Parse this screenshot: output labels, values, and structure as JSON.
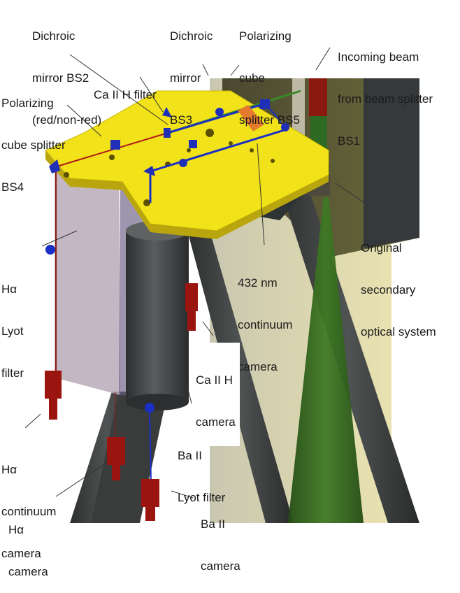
{
  "figure": {
    "title": "Telescope focal-plane optical setup",
    "labels": [
      {
        "id": "bs2",
        "lines": [
          "Dichroic",
          "mirror BS2",
          "(red/non-red)"
        ]
      },
      {
        "id": "bs3",
        "lines": [
          "Dichroic",
          "mirror",
          "BS3"
        ]
      },
      {
        "id": "bs5",
        "lines": [
          "Polarizing",
          "cube",
          "splitter BS5"
        ]
      },
      {
        "id": "bs1",
        "lines": [
          "Incoming beam",
          "from beam splitter",
          "BS1"
        ]
      },
      {
        "id": "bs4",
        "lines": [
          "Polarizing",
          "cube splitter",
          "BS4"
        ]
      },
      {
        "id": "caii-filter",
        "lines": [
          "Ca II H filter"
        ]
      },
      {
        "id": "orig-secondary",
        "lines": [
          "Original",
          "secondary",
          "optical system"
        ]
      },
      {
        "id": "cam432",
        "lines": [
          "432 nm",
          "continuum",
          "camera"
        ]
      },
      {
        "id": "ha-lyot",
        "lines": [
          "Hα",
          "Lyot",
          "filter"
        ]
      },
      {
        "id": "caii-camera",
        "lines": [
          "Ca II H",
          "camera"
        ]
      },
      {
        "id": "ha-cont-camera",
        "lines": [
          "Hα",
          "continuum",
          "camera"
        ]
      },
      {
        "id": "baii-lyot",
        "lines": [
          "Ba II",
          "Lyot filter"
        ]
      },
      {
        "id": "ha-camera",
        "lines": [
          "Hα",
          "camera"
        ]
      },
      {
        "id": "baii-camera",
        "lines": [
          "Ba II",
          "camera"
        ]
      }
    ]
  },
  "colors": {
    "optical_bench": "#f2e21a",
    "beam_blue": "#1a2fc4",
    "beam_red": "#b01818",
    "beam_green": "#3a8a2a",
    "camera_red": "#9a1410",
    "tube_dark": "#3b3d3e",
    "backdrop_khaki": "#d8d4b4"
  }
}
